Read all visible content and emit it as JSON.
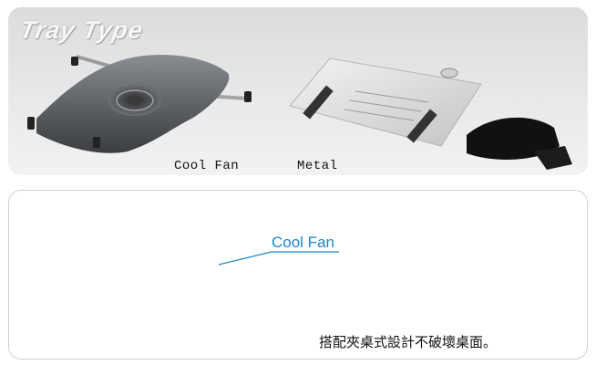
{
  "top_panel": {
    "heading": "Tray Type",
    "captions": {
      "cool_fan": "Cool Fan",
      "metal": "Metal"
    }
  },
  "bottom_panel": {
    "callout": "Cool Fan",
    "description": "搭配夾桌式設計不破壞桌面。"
  },
  "colors": {
    "callout_blue": "#1d86c8",
    "airflow_blue": "#2f9be0",
    "tray_gray": "#5f6266",
    "metal_silver": "#d9d9d9"
  }
}
